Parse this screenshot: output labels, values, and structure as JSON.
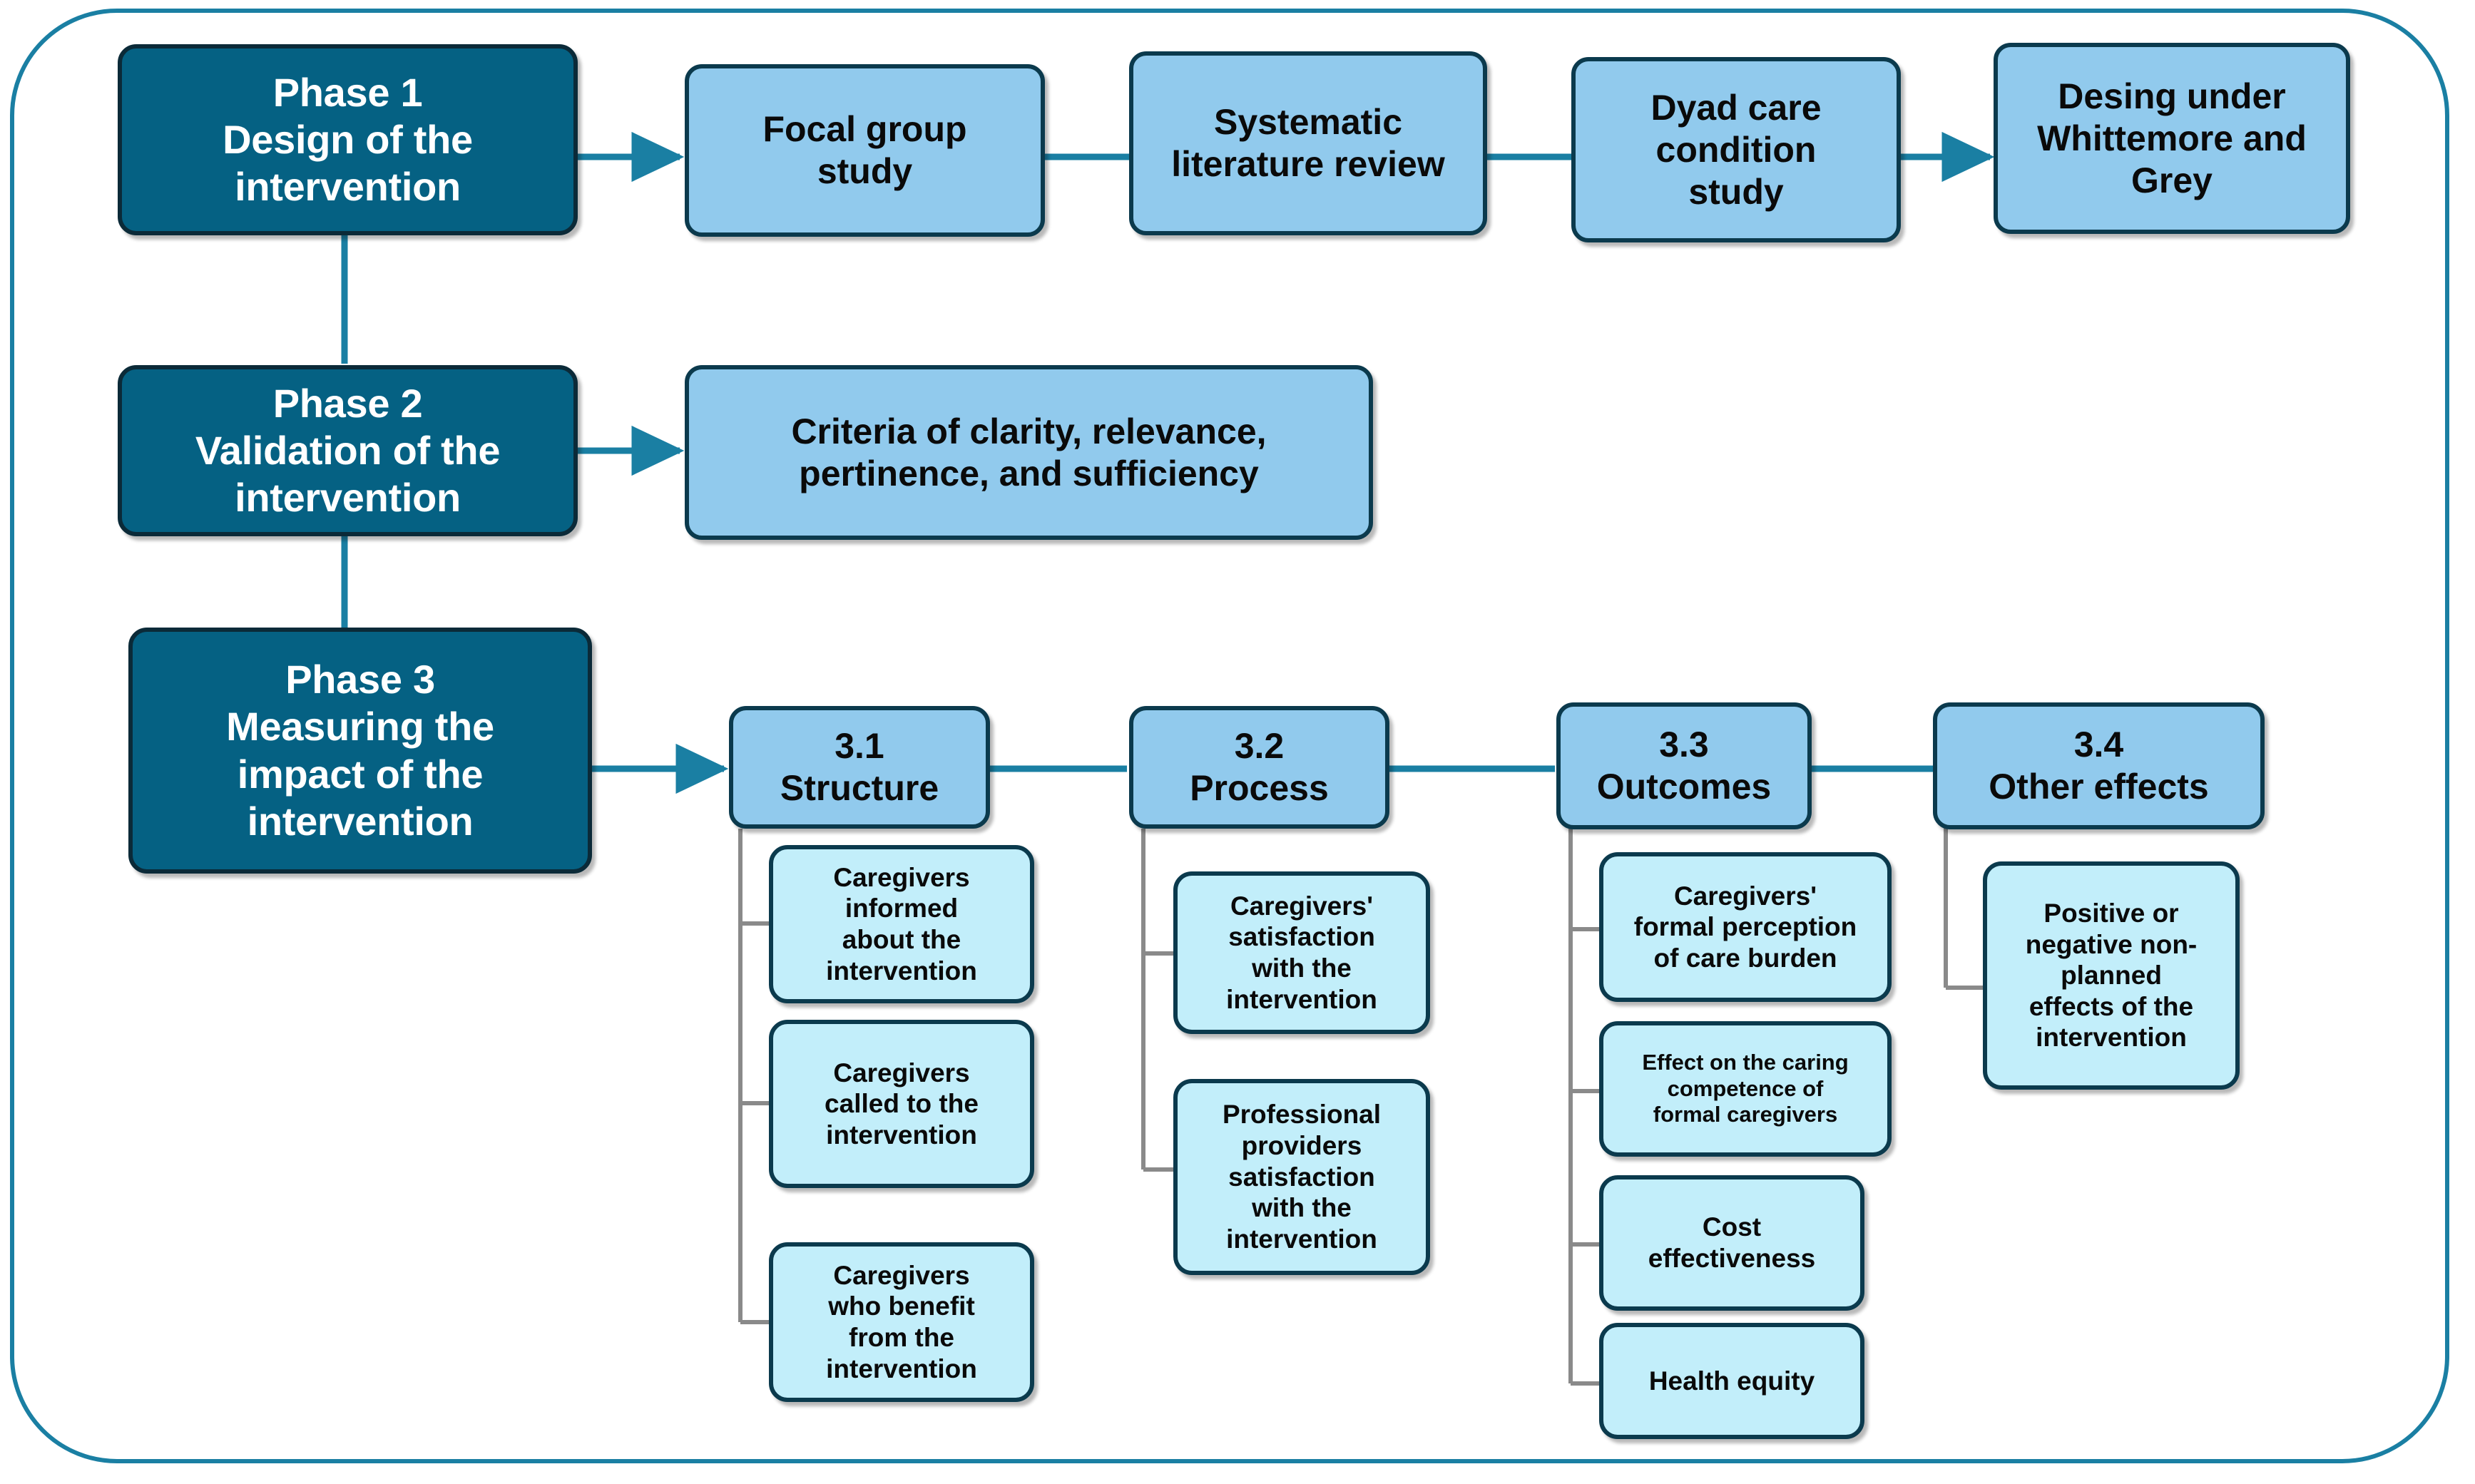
{
  "diagram": {
    "title": "Three-phase intervention design, validation and impact framework",
    "colors": {
      "frame_border": "#1a7fa3",
      "phase_fill": "#056183",
      "phase_text": "#ffffff",
      "mid_fill": "#91caed",
      "leaf_fill": "#c2eefa",
      "node_border": "#0b3a4d",
      "connector_teal": "#1a7fa3",
      "connector_gray": "#8a8a8a"
    }
  },
  "phases": [
    {
      "id": "phase1",
      "label": "Phase 1\nDesign of the\nintervention"
    },
    {
      "id": "phase2",
      "label": "Phase 2\nValidation of the\nintervention"
    },
    {
      "id": "phase3",
      "label": "Phase 3\nMeasuring the\nimpact of the\nintervention"
    }
  ],
  "phase1_steps": [
    {
      "id": "focal-group-study",
      "label": "Focal group\nstudy"
    },
    {
      "id": "systematic-literature-review",
      "label": "Systematic\nliterature review"
    },
    {
      "id": "dyad-care-condition-study",
      "label": "Dyad care\ncondition\nstudy"
    },
    {
      "id": "desing-under-whittemore-and-grey",
      "label": "Desing under\nWhittemore and\nGrey"
    }
  ],
  "phase2_steps": [
    {
      "id": "criteria",
      "label": "Criteria of clarity, relevance,\npertinence, and sufficiency"
    }
  ],
  "phase3_groups": [
    {
      "id": "group-3-1",
      "label": "3.1\nStructure",
      "items": [
        {
          "id": "caregivers-informed",
          "label": "Caregivers\ninformed\nabout the\nintervention"
        },
        {
          "id": "caregivers-called",
          "label": "Caregivers\ncalled to the\nintervention"
        },
        {
          "id": "caregivers-benefit",
          "label": "Caregivers\nwho benefit\nfrom the\nintervention"
        }
      ]
    },
    {
      "id": "group-3-2",
      "label": "3.2\nProcess",
      "items": [
        {
          "id": "caregivers-satisfaction",
          "label": "Caregivers'\nsatisfaction\nwith the\nintervention"
        },
        {
          "id": "providers-satisfaction",
          "label": "Professional\nproviders\nsatisfaction\nwith the\nintervention"
        }
      ]
    },
    {
      "id": "group-3-3",
      "label": "3.3\nOutcomes",
      "items": [
        {
          "id": "care-burden-perception",
          "label": "Caregivers'\nformal perception\nof care burden"
        },
        {
          "id": "caring-competence",
          "label": "Effect on the caring\ncompetence of\nformal caregivers"
        },
        {
          "id": "cost-effectiveness",
          "label": "Cost\neffectiveness"
        },
        {
          "id": "health-equity",
          "label": "Health equity"
        }
      ]
    },
    {
      "id": "group-3-4",
      "label": "3.4\nOther effects",
      "items": [
        {
          "id": "non-planned-effects",
          "label": "Positive or\nnegative non-\nplanned\neffects of the\nintervention"
        }
      ]
    }
  ]
}
